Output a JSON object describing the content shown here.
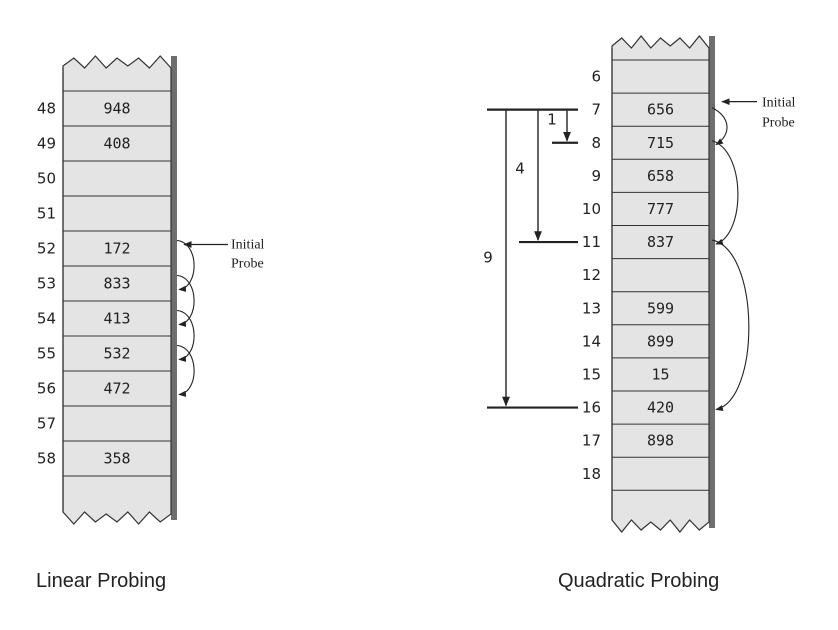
{
  "linear": {
    "title": "Linear Probing",
    "slots": [
      {
        "index": "48",
        "value": "948"
      },
      {
        "index": "49",
        "value": "408"
      },
      {
        "index": "50",
        "value": ""
      },
      {
        "index": "51",
        "value": ""
      },
      {
        "index": "52",
        "value": "172"
      },
      {
        "index": "53",
        "value": "833"
      },
      {
        "index": "54",
        "value": "413"
      },
      {
        "index": "55",
        "value": "532"
      },
      {
        "index": "56",
        "value": "472"
      },
      {
        "index": "57",
        "value": ""
      },
      {
        "index": "58",
        "value": "358"
      }
    ],
    "initial_probe_label": [
      "Initial",
      "Probe"
    ],
    "initial_probe_slot": 4,
    "probe_jumps": [
      [
        4,
        5
      ],
      [
        5,
        6
      ],
      [
        6,
        7
      ],
      [
        7,
        8
      ]
    ]
  },
  "quadratic": {
    "title": "Quadratic Probing",
    "slots": [
      {
        "index": "6",
        "value": ""
      },
      {
        "index": "7",
        "value": "656"
      },
      {
        "index": "8",
        "value": "715"
      },
      {
        "index": "9",
        "value": "658"
      },
      {
        "index": "10",
        "value": "777"
      },
      {
        "index": "11",
        "value": "837"
      },
      {
        "index": "12",
        "value": ""
      },
      {
        "index": "13",
        "value": "599"
      },
      {
        "index": "14",
        "value": "899"
      },
      {
        "index": "15",
        "value": "15"
      },
      {
        "index": "16",
        "value": "420"
      },
      {
        "index": "17",
        "value": "898"
      },
      {
        "index": "18",
        "value": ""
      }
    ],
    "initial_probe_label": [
      "Initial",
      "Probe"
    ],
    "initial_probe_slot": 1,
    "probe_jumps": [
      [
        1,
        2
      ],
      [
        2,
        5
      ],
      [
        5,
        10
      ]
    ],
    "step_labels": [
      "1",
      "4",
      "9"
    ]
  },
  "colors": {
    "cell_fill": "#e4e4e4",
    "shadow": "#6e6e6e",
    "line": "#333333"
  }
}
